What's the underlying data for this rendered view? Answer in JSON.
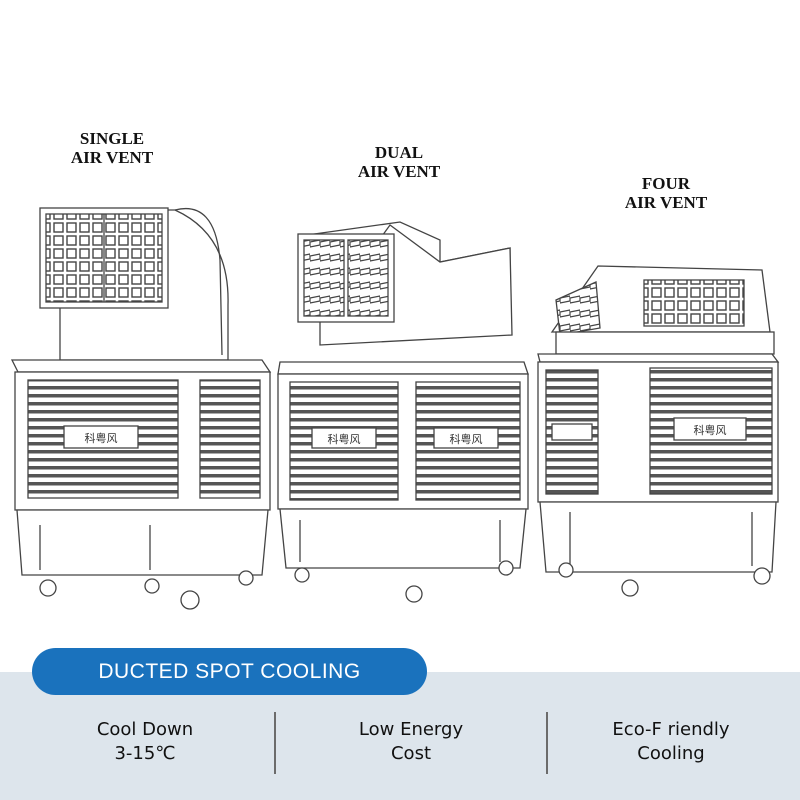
{
  "coolers": [
    {
      "label_line1": "SINGLE",
      "label_line2": "AIR VENT",
      "logo_text": "科粤风"
    },
    {
      "label_line1": "DUAL",
      "label_line2": "AIR VENT",
      "logo_text": "科粤风"
    },
    {
      "label_line1": "FOUR",
      "label_line2": "AIR VENT",
      "logo_text": "科粤风"
    }
  ],
  "banner": {
    "label": "DUCTED SPOT COOLING",
    "color": "#1a72bd"
  },
  "features": [
    {
      "line1": "Cool Down",
      "line2": "3-15℃"
    },
    {
      "line1": "Low Energy",
      "line2": "Cost"
    },
    {
      "line1": "Eco-F riendly",
      "line2": "Cooling"
    }
  ],
  "colors": {
    "footer_bg": "#dde5ec",
    "line_art": "#444444"
  }
}
